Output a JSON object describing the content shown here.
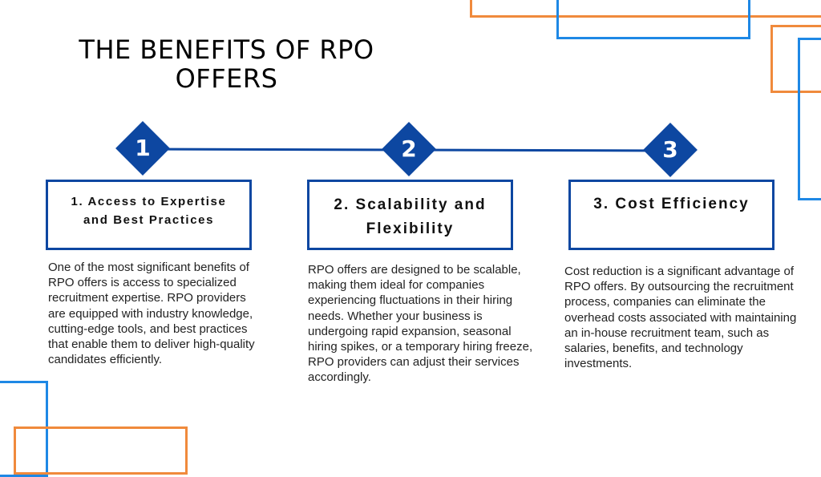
{
  "title": "THE BENEFITS OF RPO OFFERS",
  "colors": {
    "accent_blue": "#0d47a1",
    "frame_blue": "#1e88e5",
    "frame_orange": "#f08a3c"
  },
  "steps": [
    {
      "number": "1",
      "heading": "1. Access to Expertise and Best Practices",
      "description": "One of the most significant benefits of RPO offers is access to specialized recruitment expertise. RPO providers are equipped with industry knowledge, cutting-edge tools, and best practices that enable them to deliver high-quality candidates efficiently."
    },
    {
      "number": "2",
      "heading": "2. Scalability and Flexibility",
      "description": "RPO offers are designed to be scalable, making them ideal for companies experiencing fluctuations in their hiring needs. Whether your business is undergoing rapid expansion, seasonal hiring spikes, or a temporary hiring freeze, RPO providers can adjust their services accordingly."
    },
    {
      "number": "3",
      "heading": "3. Cost Efficiency",
      "description": "Cost reduction is a significant advantage of RPO offers. By outsourcing the recruitment process, companies can eliminate the overhead costs associated with maintaining an in-house recruitment team, such as salaries, benefits, and technology investments."
    }
  ]
}
